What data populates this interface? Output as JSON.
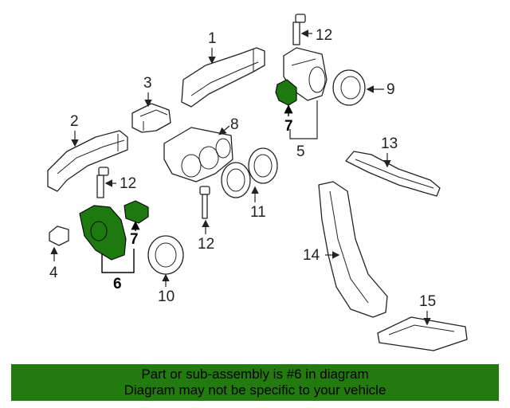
{
  "callouts": {
    "c1": "1",
    "c2": "2",
    "c3": "3",
    "c4": "4",
    "c5": "5",
    "c6": "6",
    "c7a": "7",
    "c7b": "7",
    "c8": "8",
    "c9": "9",
    "c10": "10",
    "c11": "11",
    "c12a": "12",
    "c12b": "12",
    "c12c": "12",
    "c13": "13",
    "c14": "14",
    "c15": "15"
  },
  "banner": {
    "line1": "Part or sub-assembly is #6 in diagram",
    "line2": "Diagram may not be specific to your vehicle",
    "background": "#237a0e"
  },
  "colors": {
    "highlight": "#1e7a10",
    "line": "#222222"
  }
}
